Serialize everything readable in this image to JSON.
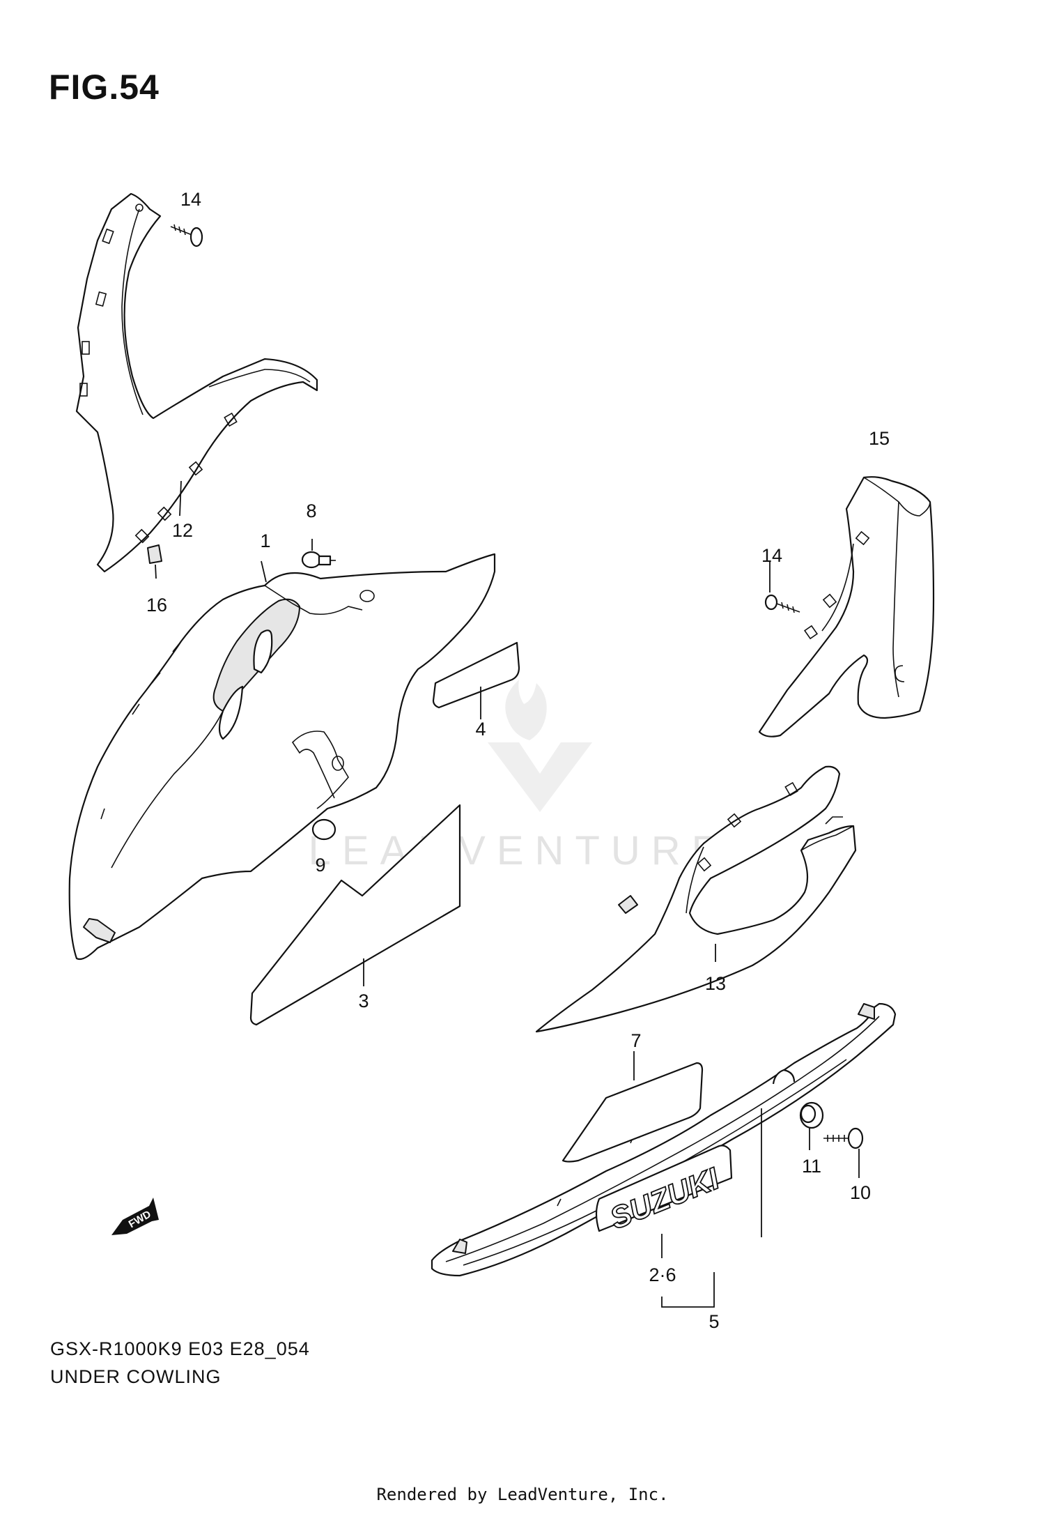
{
  "figure": {
    "title": "FIG.54",
    "model_code": "GSX-R1000K9  E03  E28_054",
    "name": "UNDER COWLING",
    "credit": "Rendered by LeadVenture, Inc."
  },
  "watermark": {
    "text": "LEADVENTURE"
  },
  "fwd_badge": {
    "text": "FWD"
  },
  "emblem": {
    "text": "SUZUKI"
  },
  "callouts": {
    "p1": "1",
    "p3": "3",
    "p4": "4",
    "p5": "5",
    "p26": "2·6",
    "p7": "7",
    "p8": "8",
    "p9": "9",
    "p10": "10",
    "p11": "11",
    "p12": "12",
    "p13": "13",
    "p14a": "14",
    "p14b": "14",
    "p15": "15",
    "p16": "16"
  }
}
